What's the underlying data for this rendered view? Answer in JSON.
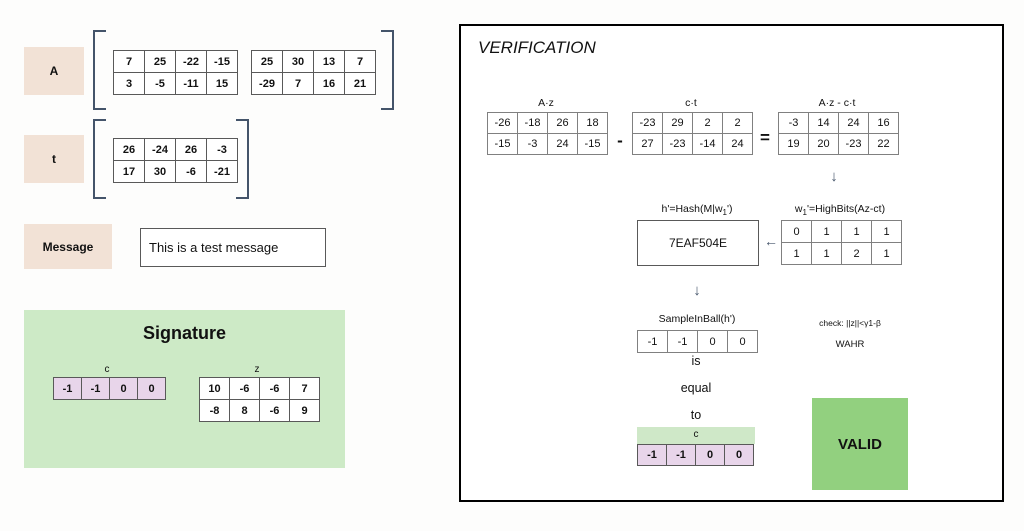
{
  "left_panel": {
    "rows": [
      {
        "label": "A",
        "matrices": [
          {
            "name": "A-part-1",
            "rows": [
              [
                "7",
                "25",
                "-22",
                "-15"
              ],
              [
                "3",
                "-5",
                "-11",
                "15"
              ]
            ]
          },
          {
            "name": "A-part-2",
            "rows": [
              [
                "25",
                "30",
                "13",
                "7"
              ],
              [
                "-29",
                "7",
                "16",
                "21"
              ]
            ]
          }
        ]
      },
      {
        "label": "t",
        "matrices": [
          {
            "name": "t",
            "rows": [
              [
                "26",
                "-24",
                "26",
                "-3"
              ],
              [
                "17",
                "30",
                "-6",
                "-21"
              ]
            ]
          }
        ]
      }
    ],
    "message": {
      "label": "Message",
      "value": "This is a test message"
    },
    "signature": {
      "title": "Signature",
      "c_label": "c",
      "c_values": [
        "-1",
        "-1",
        "0",
        "0"
      ],
      "z_label": "z",
      "z_rows": [
        [
          "10",
          "-6",
          "-6",
          "7"
        ],
        [
          "-8",
          "8",
          "-6",
          "9"
        ]
      ]
    }
  },
  "verification": {
    "title": "VERIFICATION",
    "equation": {
      "az_label": "A·z",
      "az_rows": [
        [
          "-26",
          "-18",
          "26",
          "18"
        ],
        [
          "-15",
          "-3",
          "24",
          "-15"
        ]
      ],
      "minus_op": "-",
      "ct_label": "c·t",
      "ct_rows": [
        [
          "-23",
          "29",
          "2",
          "2"
        ],
        [
          "27",
          "-23",
          "-14",
          "24"
        ]
      ],
      "equals_op": "=",
      "diff_label": "A·z - c·t",
      "diff_rows": [
        [
          "-3",
          "14",
          "24",
          "16"
        ],
        [
          "19",
          "20",
          "-23",
          "22"
        ]
      ]
    },
    "down_arrow_1": "↓",
    "hash": {
      "label_prefix": "h'=Hash(M|w",
      "label_sub": "1",
      "label_suffix": "')",
      "value": "7EAF504E"
    },
    "left_arrow": "←",
    "highbits": {
      "label_prefix": "w",
      "label_sub": "1",
      "label_suffix": "'=HighBits(Az-ct)",
      "rows": [
        [
          "0",
          "1",
          "1",
          "1"
        ],
        [
          "1",
          "1",
          "2",
          "1"
        ]
      ]
    },
    "down_arrow_2": "↓",
    "sampleinball": {
      "label": "SampleInBall(h')",
      "values": [
        "-1",
        "-1",
        "0",
        "0"
      ]
    },
    "comparison_words": [
      "is",
      "equal",
      "to"
    ],
    "c_result": {
      "label": "c",
      "values": [
        "-1",
        "-1",
        "0",
        "0"
      ]
    },
    "check": {
      "line1": "check: ||z||<γ1-β",
      "line2": "WAHR"
    },
    "valid_badge": "VALID"
  },
  "colors": {
    "tag_beige": "#f2e2d6",
    "signature_green": "#cdeac6",
    "valid_green": "#92d07f",
    "c_purple": "#e8d5ea",
    "c_band_green": "#cfe8c8",
    "bracket_blue": "#44546a"
  }
}
